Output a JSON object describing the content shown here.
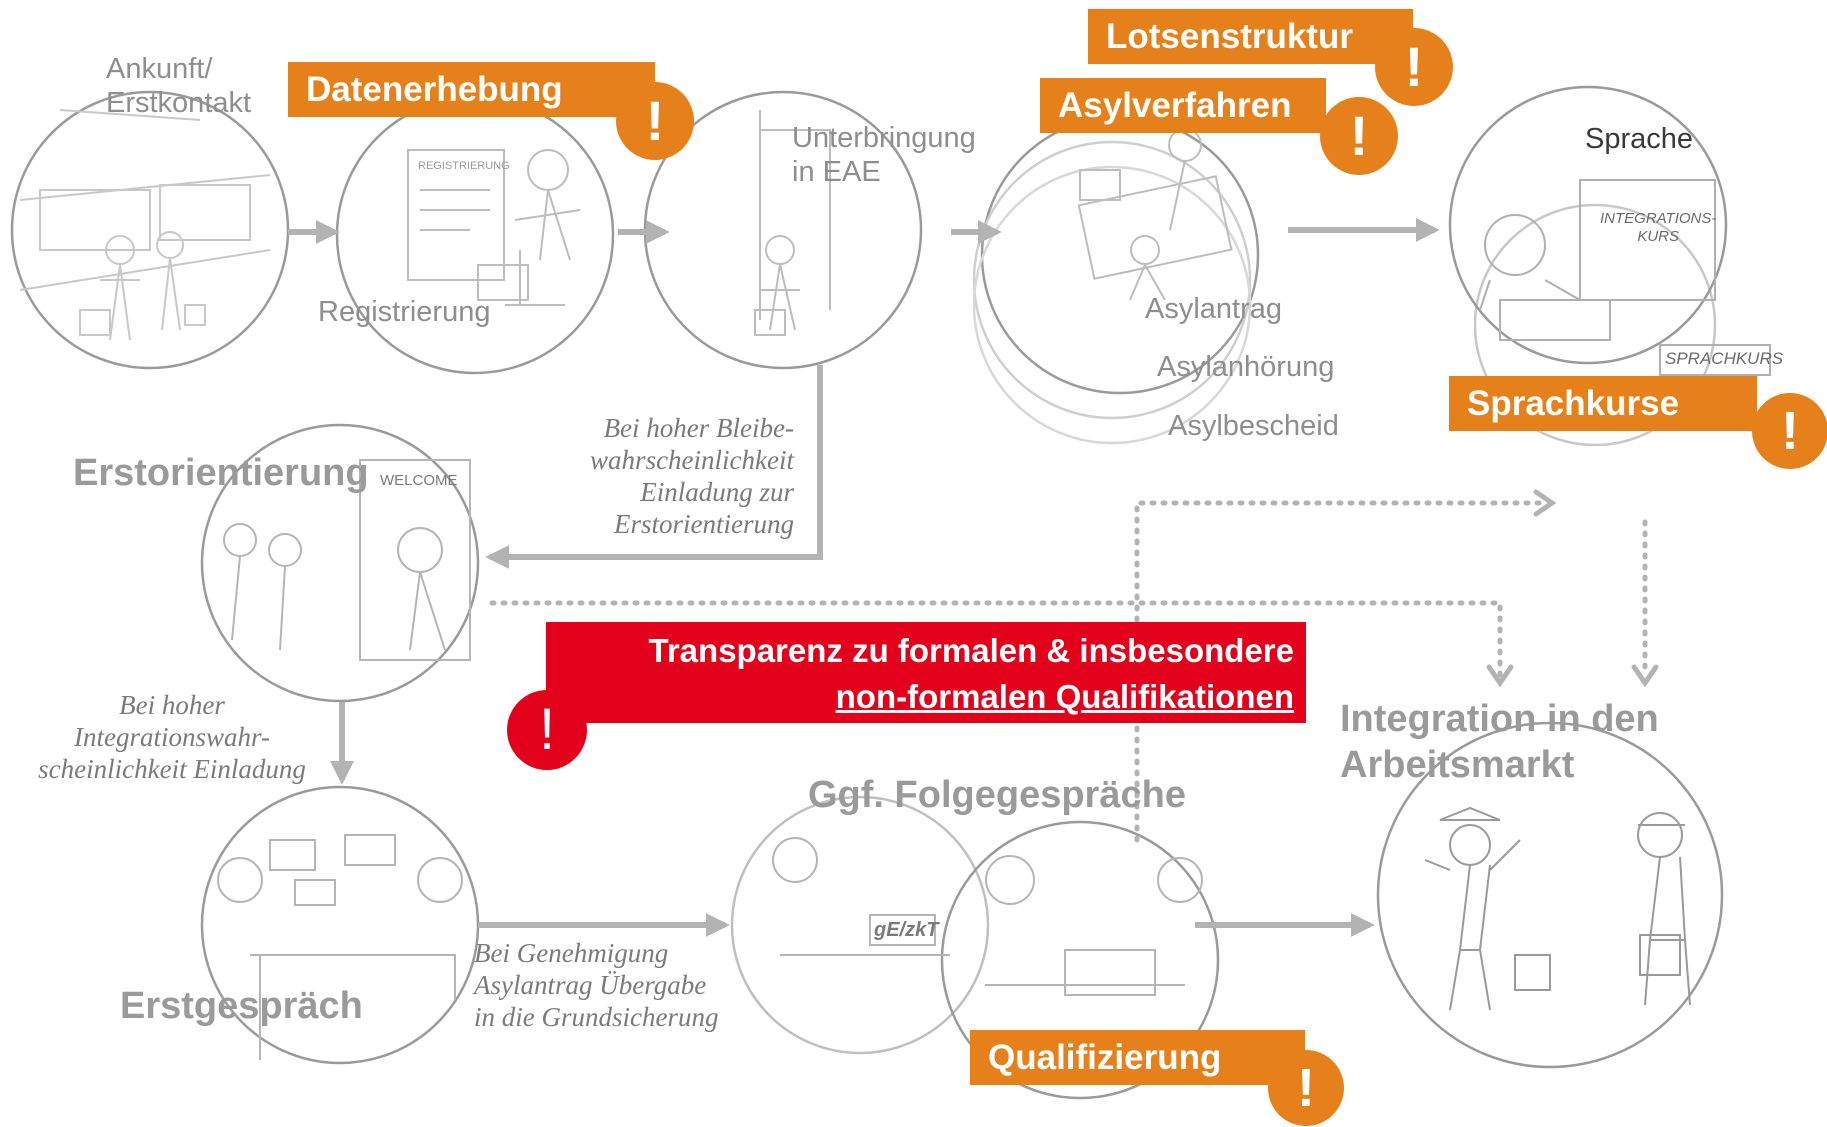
{
  "colors": {
    "orange": "#e5801a",
    "red": "#e2001a",
    "gray_text": "#8e8e8e",
    "arrow": "#b3b3b3",
    "dotted": "#b3b3b3"
  },
  "stages": {
    "ankunft": "Ankunft/\nErstkontakt",
    "registrierung": "Registrierung",
    "unterbringung": "Unterbringung\nin EAE",
    "asylantrag": "Asylantrag",
    "asylanhoerung": "Asylanhörung",
    "asylbescheid": "Asylbescheid",
    "sprache": "Sprache",
    "erstorientierung": "Erstorientierung",
    "erstgespraech": "Erstgespräch",
    "folgegespraeche": "Ggf. Folgegespräche",
    "integration": "Integration in den\nArbeitsmarkt"
  },
  "sketch_text": {
    "registrierung_board": "REGISTRIERUNG",
    "integrationskurs": "INTEGRATIONS-\nKURS",
    "sprachkurs": "SPRACHKURS",
    "welcome": "WELCOME",
    "gezk": "gE/zkT"
  },
  "notes": {
    "bleibe": "Bei hoher Bleibe-\nwahrscheinlichkeit\nEinladung zur\nErstorientierung",
    "integrationswahr": "Bei hoher\nIntegrationswahr-\nscheinlichkeit Einladung",
    "genehmigung": "Bei Genehmigung\nAsylantrag Übergabe\nin die Grundsicherung"
  },
  "challenges": {
    "datenerhebung": "Datenerhebung",
    "lotsenstruktur": "Lotsenstruktur",
    "asylverfahren": "Asylverfahren",
    "sprachkurse": "Sprachkurse",
    "qualifizierung": "Qualifizierung",
    "warning_symbol": "!"
  },
  "banner": {
    "line1": "Transparenz zu formalen & insbesondere",
    "line2": "non-formalen Qualifikationen"
  }
}
